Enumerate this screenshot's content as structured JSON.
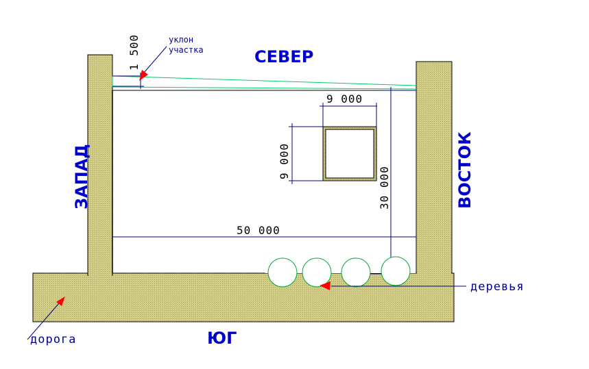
{
  "directions": {
    "north": "СЕВЕР",
    "south": "ЮГ",
    "west": "ЗАПАД",
    "east": "ВОСТОК"
  },
  "dimensions": {
    "plot_width": "50 000",
    "plot_depth": "30 000",
    "house_width": "9 000",
    "house_depth": "9 000",
    "slope_height": "1 500"
  },
  "notes": {
    "slope_line1": "уклон",
    "slope_line2": "участка",
    "trees": "деревья",
    "road": "дорога"
  },
  "colors": {
    "hatch": "#d4d08c",
    "wall_outline": "#000000",
    "dimension": "#000080",
    "slope": "#00cc66",
    "tree": "#00aa33",
    "arrow": "#ff0000",
    "direction_text": "#0000cc"
  }
}
